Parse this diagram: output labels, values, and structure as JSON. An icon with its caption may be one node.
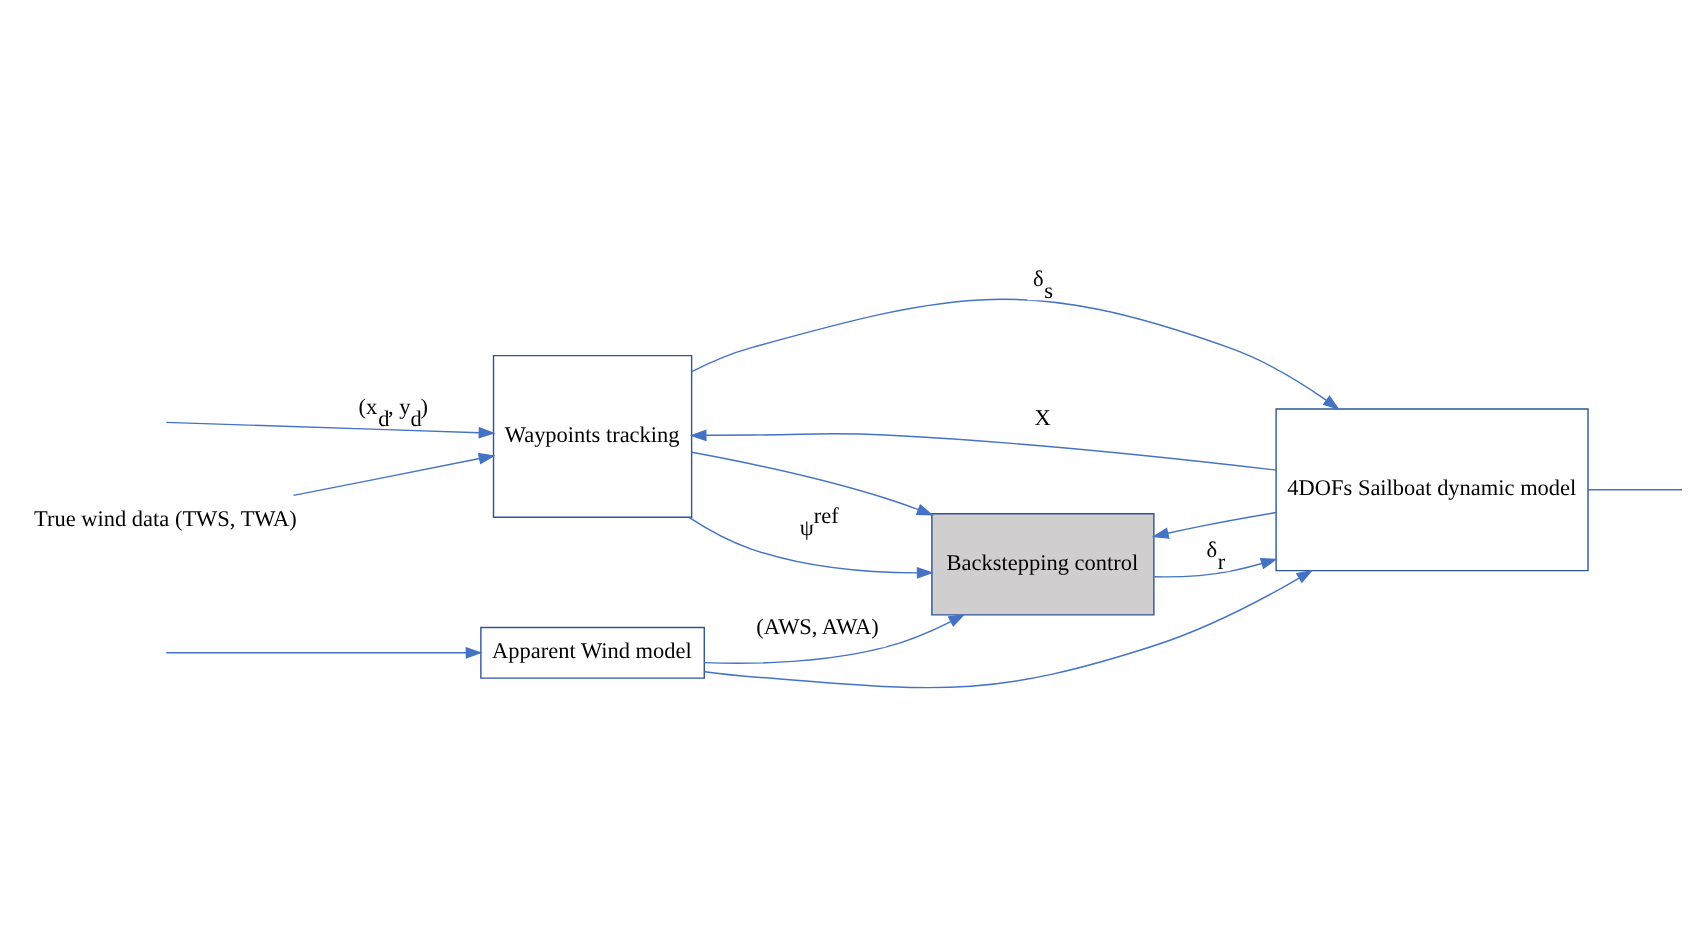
{
  "diagram": {
    "nodes": [
      {
        "text": [
          "True wind data (TWS, TWA)"
        ]
      },
      {
        "text": [
          "Apparent Wind model"
        ]
      },
      {
        "text": [
          "Waypoints tracking"
        ]
      },
      {
        "text": [
          "Backstepping control"
        ]
      },
      {
        "text": [
          "4DOFs Sailboat dynamic model"
        ]
      }
    ],
    "edges": [
      {
        "from": null,
        "to": 1,
        "arrow": "to"
      },
      {
        "from": 0,
        "to": 2,
        "arrow": "to"
      },
      {
        "from": 1,
        "to": 3,
        "arrow": "to",
        "label": "(AWS, AWA)"
      },
      {
        "from": 1,
        "to": 4,
        "arrow": "to"
      },
      {
        "from": null,
        "to": 2,
        "arrow": "to",
        "label": "(x$_{d}$, y$_{d}$)"
      },
      {
        "from": 2,
        "to": 4,
        "arrow": "to",
        "label": "δ$_{s}$"
      },
      {
        "from": 2,
        "to": 3,
        "arrow": "to"
      },
      {
        "from": 2,
        "to": 3,
        "arrow": "to",
        "label": "ψ$^{ref}$"
      },
      {
        "from": 3,
        "to": 4,
        "arrow": "to",
        "label": "δ$_{r}$"
      },
      {
        "from": 4,
        "to": 2,
        "arrow": "to",
        "label": "X"
      },
      {
        "from": 4,
        "to": 3,
        "arrow": "to"
      },
      {
        "from": 4,
        "to": null,
        "arrow": "none"
      }
    ]
  }
}
